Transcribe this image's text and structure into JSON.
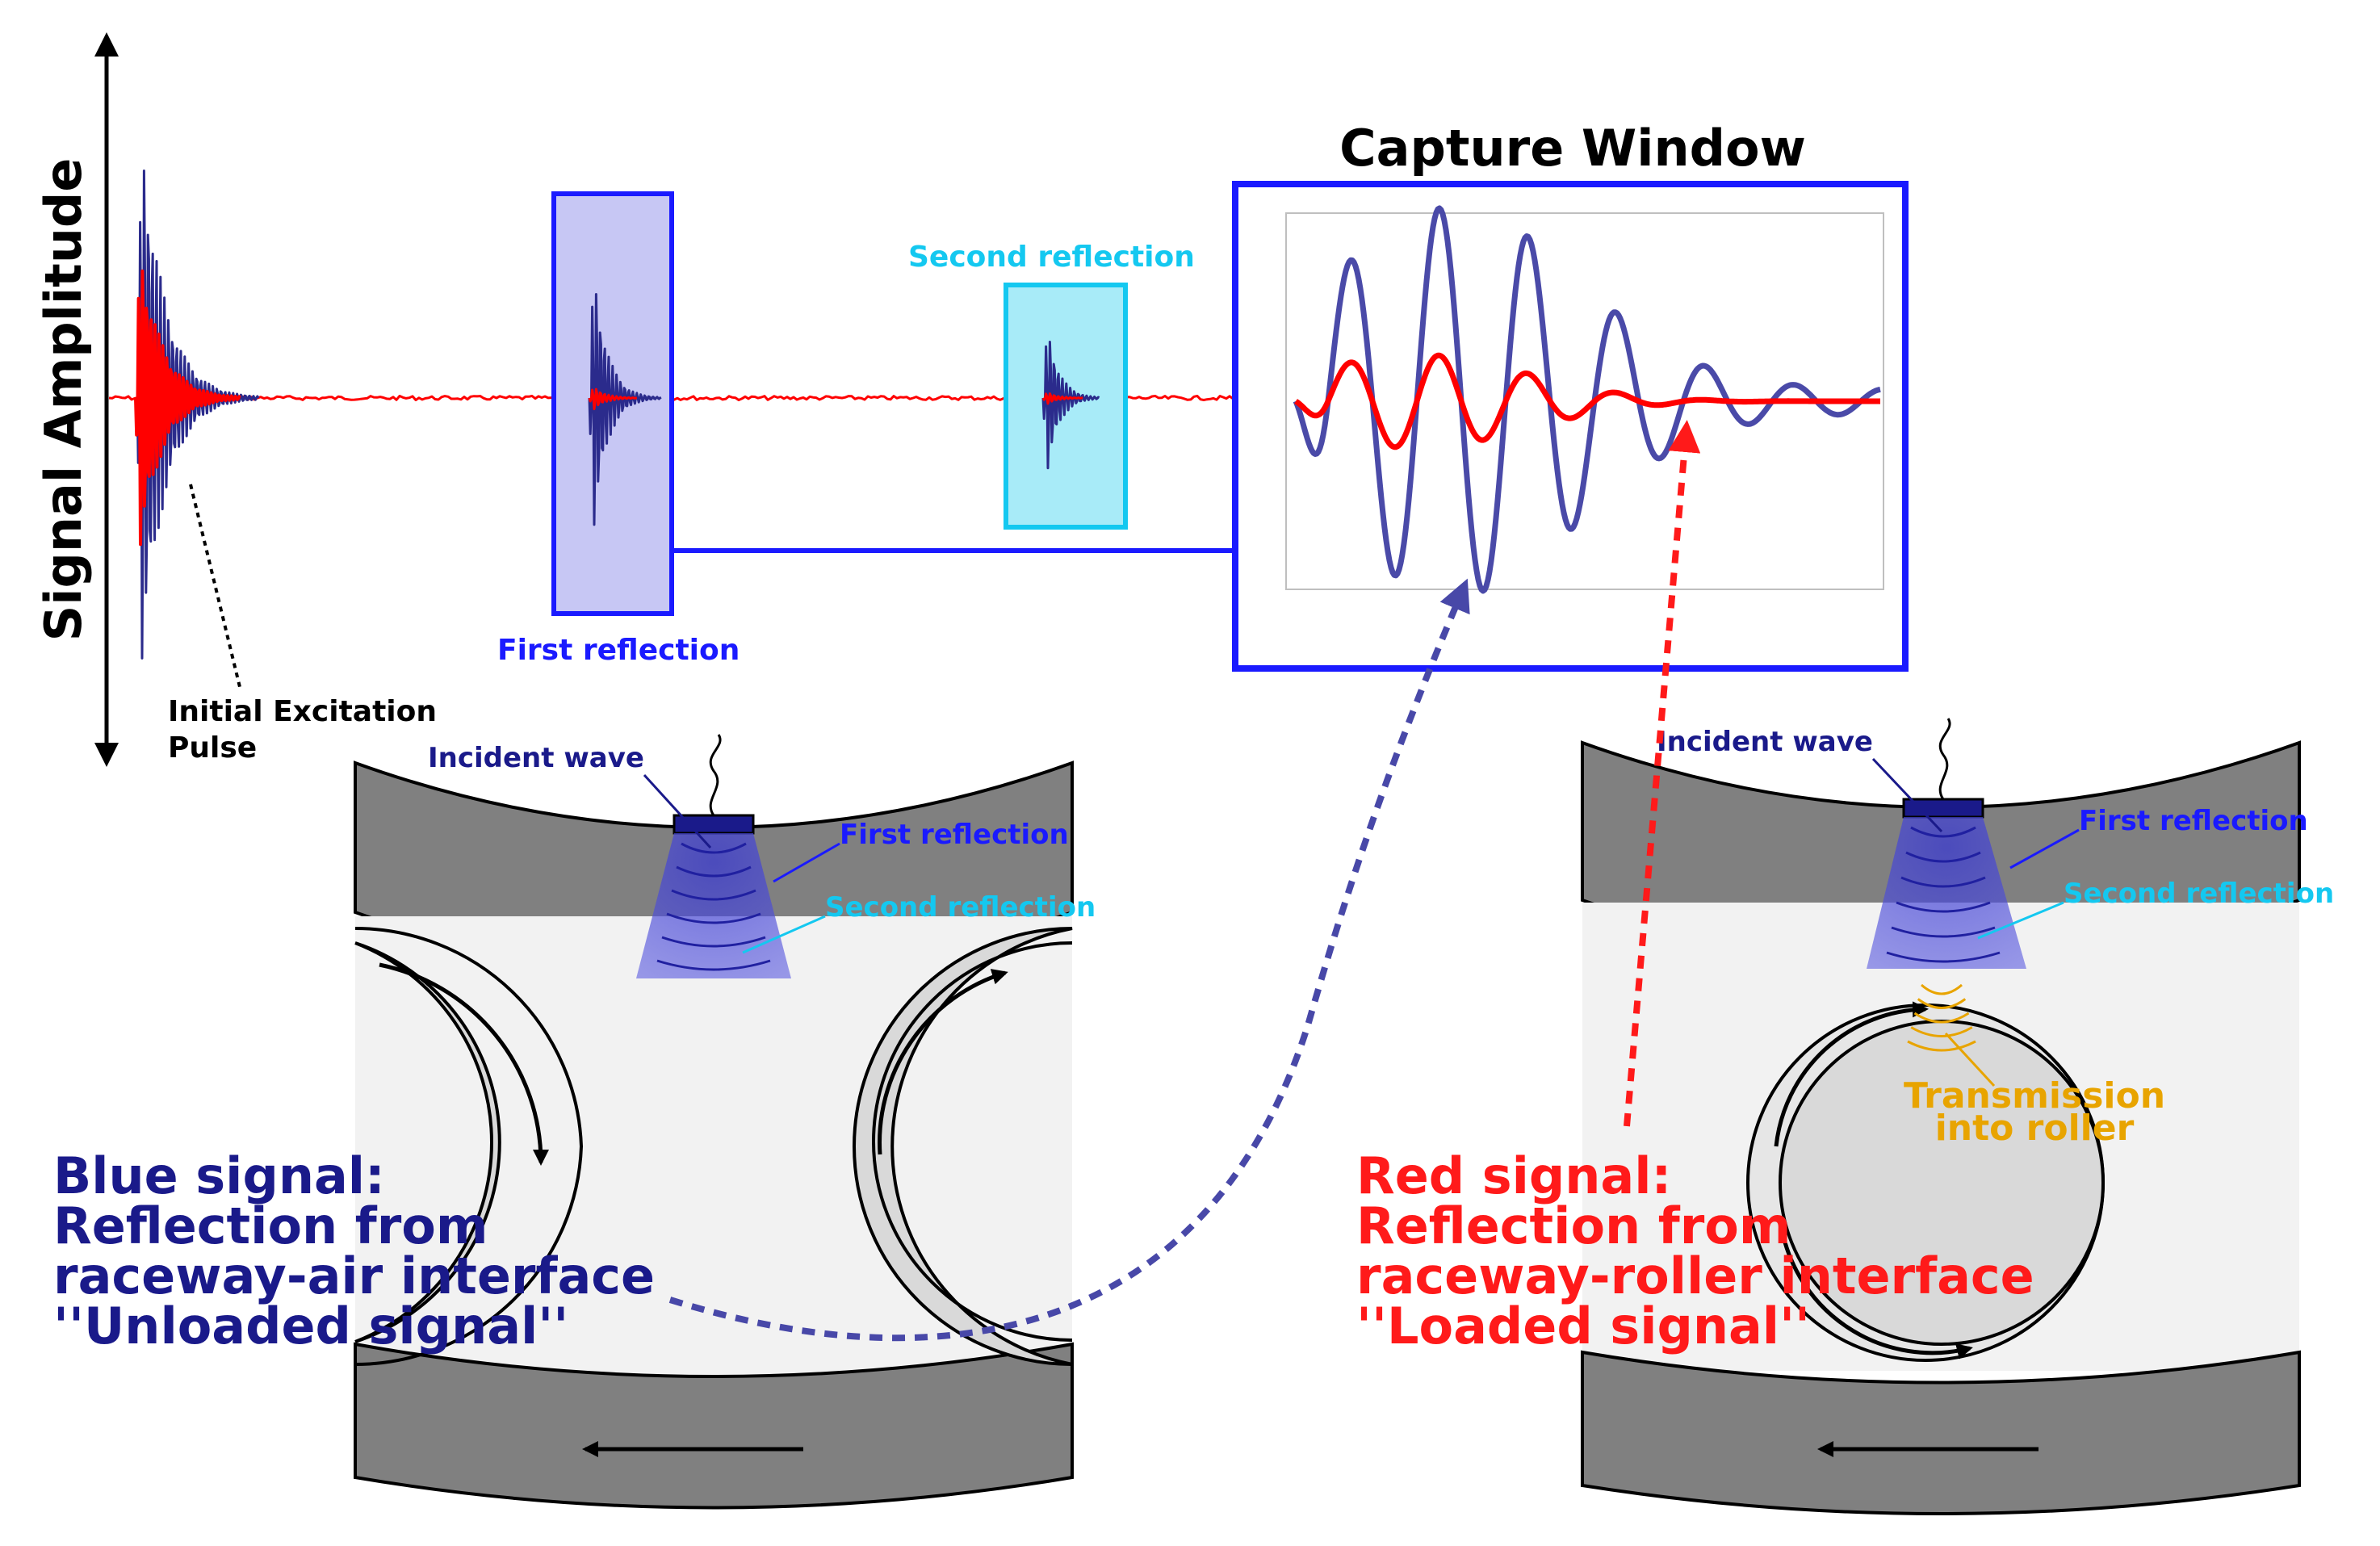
{
  "axis": {
    "ylabel": "Signal Amplitude"
  },
  "waveform": {
    "first_reflection": "First reflection",
    "second_reflection": "Second reflection",
    "initial_pulse_line1": "Initial Excitation",
    "initial_pulse_line2": "Pulse"
  },
  "capture_window": {
    "title": "Capture Window"
  },
  "left_bearing": {
    "incident_wave": "Incident wave",
    "first_reflection": "First reflection",
    "second_reflection": "Second reflection",
    "caption": [
      "Blue signal:",
      "Reflection from",
      "raceway-air interface",
      "''Unloaded signal''"
    ]
  },
  "right_bearing": {
    "incident_wave": "Incident wave",
    "first_reflection": "First reflection",
    "second_reflection": "Second reflection",
    "transmission": [
      "Transmission",
      "into roller"
    ],
    "caption": [
      "Red signal:",
      "Reflection from",
      "raceway-roller interface",
      "''Loaded signal''"
    ]
  },
  "colors": {
    "unloaded": "#2b2b8c",
    "loaded": "#ff0000",
    "box_blue": "#1a1aff",
    "cyan": "#14c8f0",
    "navy_text": "#1a1a8a",
    "transmission": "#e8a400",
    "raceway": "#808080"
  }
}
